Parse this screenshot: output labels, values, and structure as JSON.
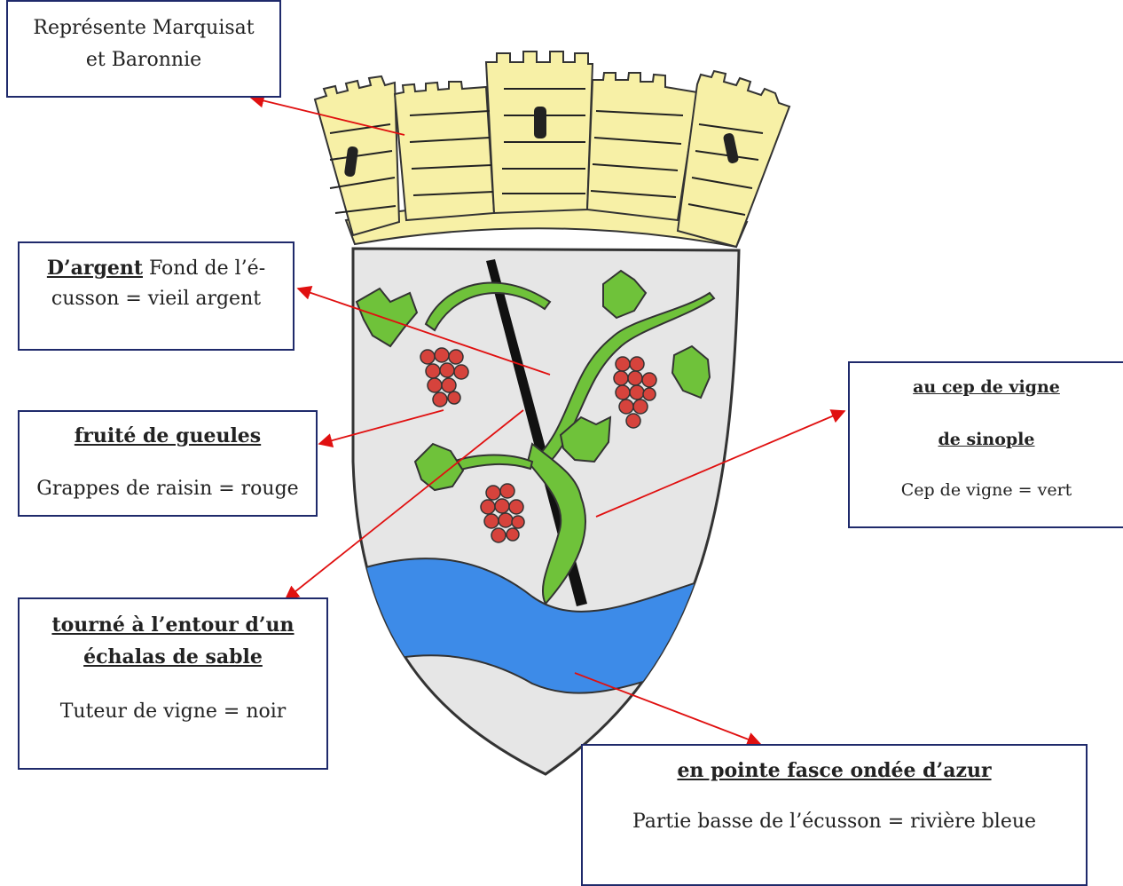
{
  "colors": {
    "box_border": "#1f2a6b",
    "arrow": "#e01010",
    "crown": "#f7f0a6",
    "shield_field": "#e6e6e6",
    "river": "#3d8be8",
    "vine": "#6fc23a",
    "grapes": "#d6433c",
    "stake": "#111111"
  },
  "labels": {
    "crown": {
      "line1": "Représente Marquisat",
      "line2": "et Baronnie"
    },
    "argent": {
      "title": "D’argent",
      "rest1": " Fond de l’é-",
      "line2": "cusson = vieil argent"
    },
    "gueules": {
      "title": "fruité de gueules",
      "desc": "Grappes de raisin = rouge"
    },
    "sinople": {
      "title1": "au cep de vigne",
      "title2": "de sinople",
      "desc": "Cep de vigne = vert"
    },
    "sable": {
      "title1": "tourné à l’entour d’un",
      "title2": "échalas de sable",
      "desc": "Tuteur de vigne = noir"
    },
    "azur": {
      "title": "en pointe fasce ondée d’azur",
      "desc": "Partie basse de l’écusson = rivière bleue"
    }
  },
  "icons": [
    "crown-icon",
    "shield-icon",
    "grapes-icon",
    "vine-leaf-icon",
    "stake-icon",
    "river-icon",
    "arrow-icon"
  ]
}
